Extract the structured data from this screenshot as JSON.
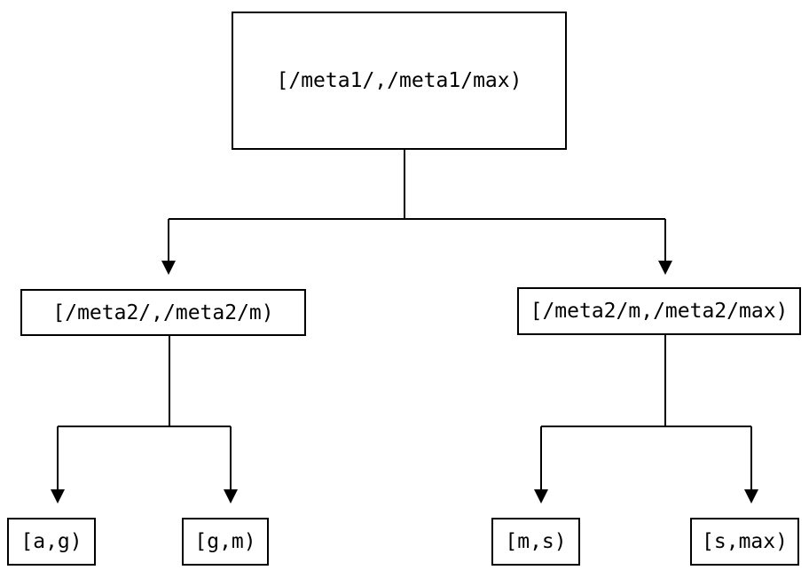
{
  "nodes": {
    "root": {
      "label": "[/meta1/,/meta1/max)"
    },
    "meta2_low": {
      "label": "[/meta2/,/meta2/m)"
    },
    "meta2_high": {
      "label": "[/meta2/m,/meta2/max)"
    },
    "leaf_a_g": {
      "label": "[a,g)"
    },
    "leaf_g_m": {
      "label": "[g,m)"
    },
    "leaf_m_s": {
      "label": "[m,s)"
    },
    "leaf_s_max": {
      "label": "[s,max)"
    }
  },
  "edges": [
    {
      "from": "root",
      "to": "meta2_low"
    },
    {
      "from": "root",
      "to": "meta2_high"
    },
    {
      "from": "meta2_low",
      "to": "leaf_a_g"
    },
    {
      "from": "meta2_low",
      "to": "leaf_g_m"
    },
    {
      "from": "meta2_high",
      "to": "leaf_m_s"
    },
    {
      "from": "meta2_high",
      "to": "leaf_s_max"
    }
  ],
  "colors": {
    "background": "#ffffff",
    "line": "#000000",
    "text": "#000000"
  }
}
